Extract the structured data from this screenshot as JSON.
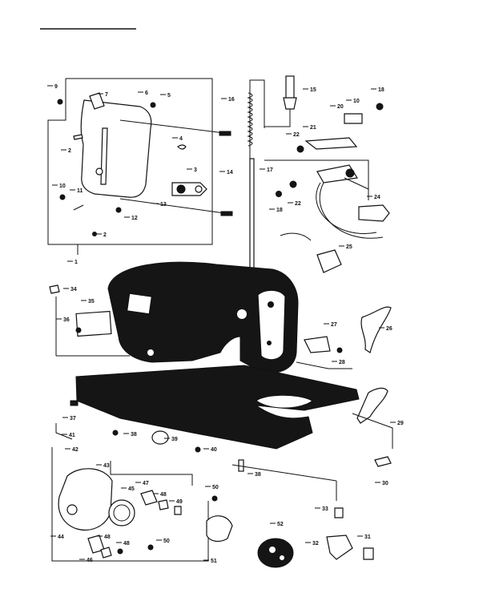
{
  "parts": [
    {
      "id": "p9",
      "label": "9"
    },
    {
      "id": "p7",
      "label": "7"
    },
    {
      "id": "p6",
      "label": "6"
    },
    {
      "id": "p5",
      "label": "5"
    },
    {
      "id": "p2a",
      "label": "2"
    },
    {
      "id": "p4",
      "label": "4"
    },
    {
      "id": "p3",
      "label": "3"
    },
    {
      "id": "p14",
      "label": "14"
    },
    {
      "id": "p10a",
      "label": "10"
    },
    {
      "id": "p11",
      "label": "11"
    },
    {
      "id": "p13",
      "label": "13"
    },
    {
      "id": "p12",
      "label": "12"
    },
    {
      "id": "p2b",
      "label": "2"
    },
    {
      "id": "p1",
      "label": "1"
    },
    {
      "id": "p16",
      "label": "16"
    },
    {
      "id": "p15",
      "label": "15"
    },
    {
      "id": "p18a",
      "label": "18"
    },
    {
      "id": "p20",
      "label": "20"
    },
    {
      "id": "p10b",
      "label": "10"
    },
    {
      "id": "p22a",
      "label": "22"
    },
    {
      "id": "p21",
      "label": "21"
    },
    {
      "id": "p17",
      "label": "17"
    },
    {
      "id": "p18b",
      "label": "18"
    },
    {
      "id": "p22b",
      "label": "22"
    },
    {
      "id": "p24",
      "label": "24"
    },
    {
      "id": "p25",
      "label": "25"
    },
    {
      "id": "p34",
      "label": "34"
    },
    {
      "id": "p35",
      "label": "35"
    },
    {
      "id": "p36",
      "label": "36"
    },
    {
      "id": "p27",
      "label": "27"
    },
    {
      "id": "p26",
      "label": "26"
    },
    {
      "id": "p28",
      "label": "28"
    },
    {
      "id": "p29",
      "label": "29"
    },
    {
      "id": "p37",
      "label": "37"
    },
    {
      "id": "p38a",
      "label": "38"
    },
    {
      "id": "p39",
      "label": "39"
    },
    {
      "id": "p40",
      "label": "40"
    },
    {
      "id": "p38b",
      "label": "38"
    },
    {
      "id": "p30",
      "label": "30"
    },
    {
      "id": "p41",
      "label": "41"
    },
    {
      "id": "p42",
      "label": "42"
    },
    {
      "id": "p43",
      "label": "43"
    },
    {
      "id": "p45",
      "label": "45"
    },
    {
      "id": "p47",
      "label": "47"
    },
    {
      "id": "p48a",
      "label": "48"
    },
    {
      "id": "p49",
      "label": "49"
    },
    {
      "id": "p50",
      "label": "50"
    },
    {
      "id": "p44",
      "label": "44"
    },
    {
      "id": "p46",
      "label": "46"
    },
    {
      "id": "p48b",
      "label": "48"
    },
    {
      "id": "p48c",
      "label": "48"
    },
    {
      "id": "p50b",
      "label": "50"
    },
    {
      "id": "p51",
      "label": "51"
    },
    {
      "id": "p52",
      "label": "52"
    },
    {
      "id": "p33",
      "label": "33"
    },
    {
      "id": "p32",
      "label": "32"
    },
    {
      "id": "p31",
      "label": "31"
    }
  ]
}
